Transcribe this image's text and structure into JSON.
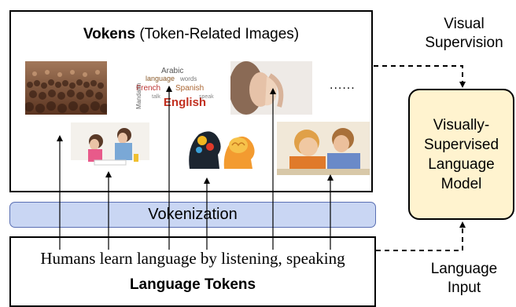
{
  "vokens": {
    "title_bold": "Vokens",
    "title_rest": " (Token-Related Images)",
    "ellipsis": "......"
  },
  "images": [
    {
      "name": "crowd-image",
      "desc": "crowd of people"
    },
    {
      "name": "language-word-cloud-image",
      "desc": "word cloud",
      "words": [
        "Arabic",
        "language",
        "French",
        "Spanish",
        "English",
        "Mandarin"
      ]
    },
    {
      "name": "listening-ear-image",
      "desc": "person cupping ear"
    },
    {
      "name": "mother-daughter-reading-image",
      "desc": "mother and daughter studying"
    },
    {
      "name": "brain-heads-image",
      "desc": "two heads with gears and brain"
    },
    {
      "name": "children-talking-image",
      "desc": "two children whispering"
    }
  ],
  "vokenization": {
    "label": "Vokenization"
  },
  "language_tokens": {
    "sentence": "Humans learn language by listening, speaking",
    "title": "Language Tokens"
  },
  "side": {
    "visual_supervision": [
      "Visual",
      "Supervision"
    ],
    "model": [
      "Visually-",
      "Supervised",
      "Language",
      "Model"
    ],
    "language_input": [
      "Language",
      "Input"
    ]
  },
  "colors": {
    "vokenization_fill": "#c9d6f3",
    "vokenization_border": "#5a6fb3",
    "model_fill": "#fff3cf"
  }
}
